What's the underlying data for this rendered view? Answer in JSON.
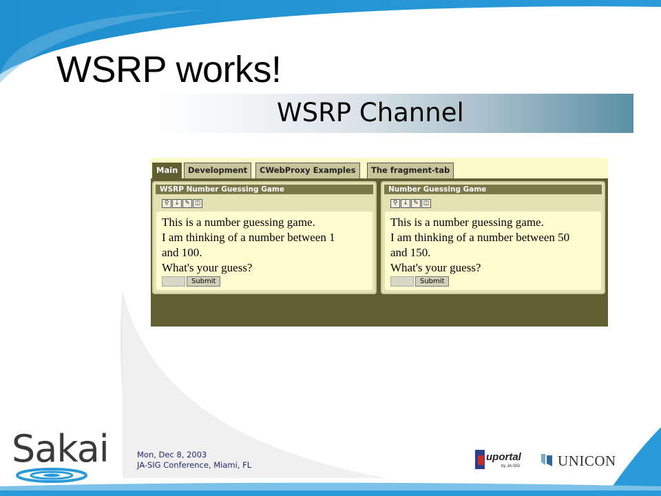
{
  "slide": {
    "title": "WSRP works!",
    "channel_title": "WSRP Channel"
  },
  "portal": {
    "tabs": [
      {
        "label": "Main",
        "active": true
      },
      {
        "label": "Development",
        "active": false
      },
      {
        "label": "CWebProxy Examples",
        "active": false
      },
      {
        "label": "The fragment-tab",
        "active": false
      }
    ],
    "channels": [
      {
        "title": "WSRP Number Guessing Game",
        "lines": [
          "This is a number guessing game.",
          "I am thinking of a number between 1",
          "and 100.",
          "What's your guess?"
        ],
        "submit_label": "Submit",
        "input_value": ""
      },
      {
        "title": "Number Guessing Game",
        "lines": [
          "This is a number guessing game.",
          "I am thinking of a number between 50",
          "and 150.",
          "What's your guess?"
        ],
        "submit_label": "Submit",
        "input_value": ""
      }
    ],
    "channel_controls": [
      "zoom-icon",
      "download-icon",
      "edit-icon",
      "remove-icon"
    ],
    "colors": {
      "tab_active": "#615f32",
      "portal_bg": "#615f32",
      "channel_body": "#fffdd0"
    }
  },
  "footer": {
    "date": "Mon, Dec 8, 2003",
    "event": "JA-SIG Conference, Miami, FL",
    "logo_sakai": "Sakai",
    "logo_uportal": "uportal",
    "logo_uportal_by": "by JA-SIG",
    "logo_unicon": "UNICON"
  }
}
